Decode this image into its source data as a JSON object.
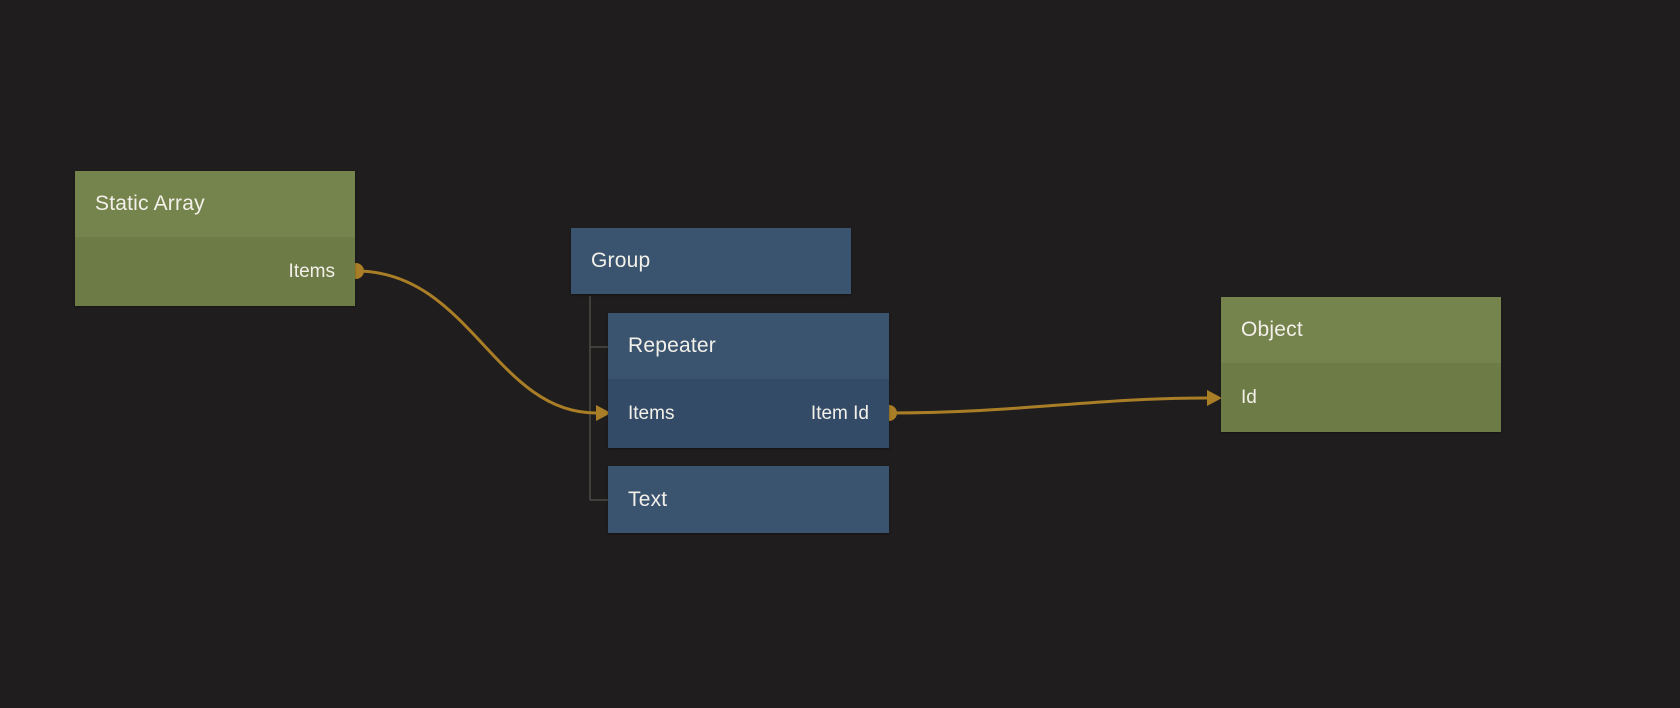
{
  "canvas": {
    "background_color": "#1f1d1d",
    "wire_color": "#a97e26",
    "tree_line_color": "#4d4a46",
    "node_colors": {
      "green_header": "#75834d",
      "green_body": "#6d7b46",
      "blue_header": "#3a536f",
      "blue_body": "#344b67"
    }
  },
  "nodes": {
    "static_array": {
      "title": "Static Array",
      "ports": {
        "items": "Items"
      }
    },
    "group": {
      "title": "Group"
    },
    "repeater": {
      "title": "Repeater",
      "ports": {
        "items": "Items",
        "item_id": "Item Id"
      }
    },
    "text": {
      "title": "Text"
    },
    "object": {
      "title": "Object",
      "ports": {
        "id": "Id"
      }
    }
  },
  "hierarchy": {
    "parent": "Group",
    "children": [
      "Repeater",
      "Text"
    ]
  },
  "connections": [
    {
      "from_node": "Static Array",
      "from_port": "Items",
      "to_node": "Repeater",
      "to_port": "Items"
    },
    {
      "from_node": "Repeater",
      "from_port": "Item Id",
      "to_node": "Object",
      "to_port": "Id"
    }
  ]
}
